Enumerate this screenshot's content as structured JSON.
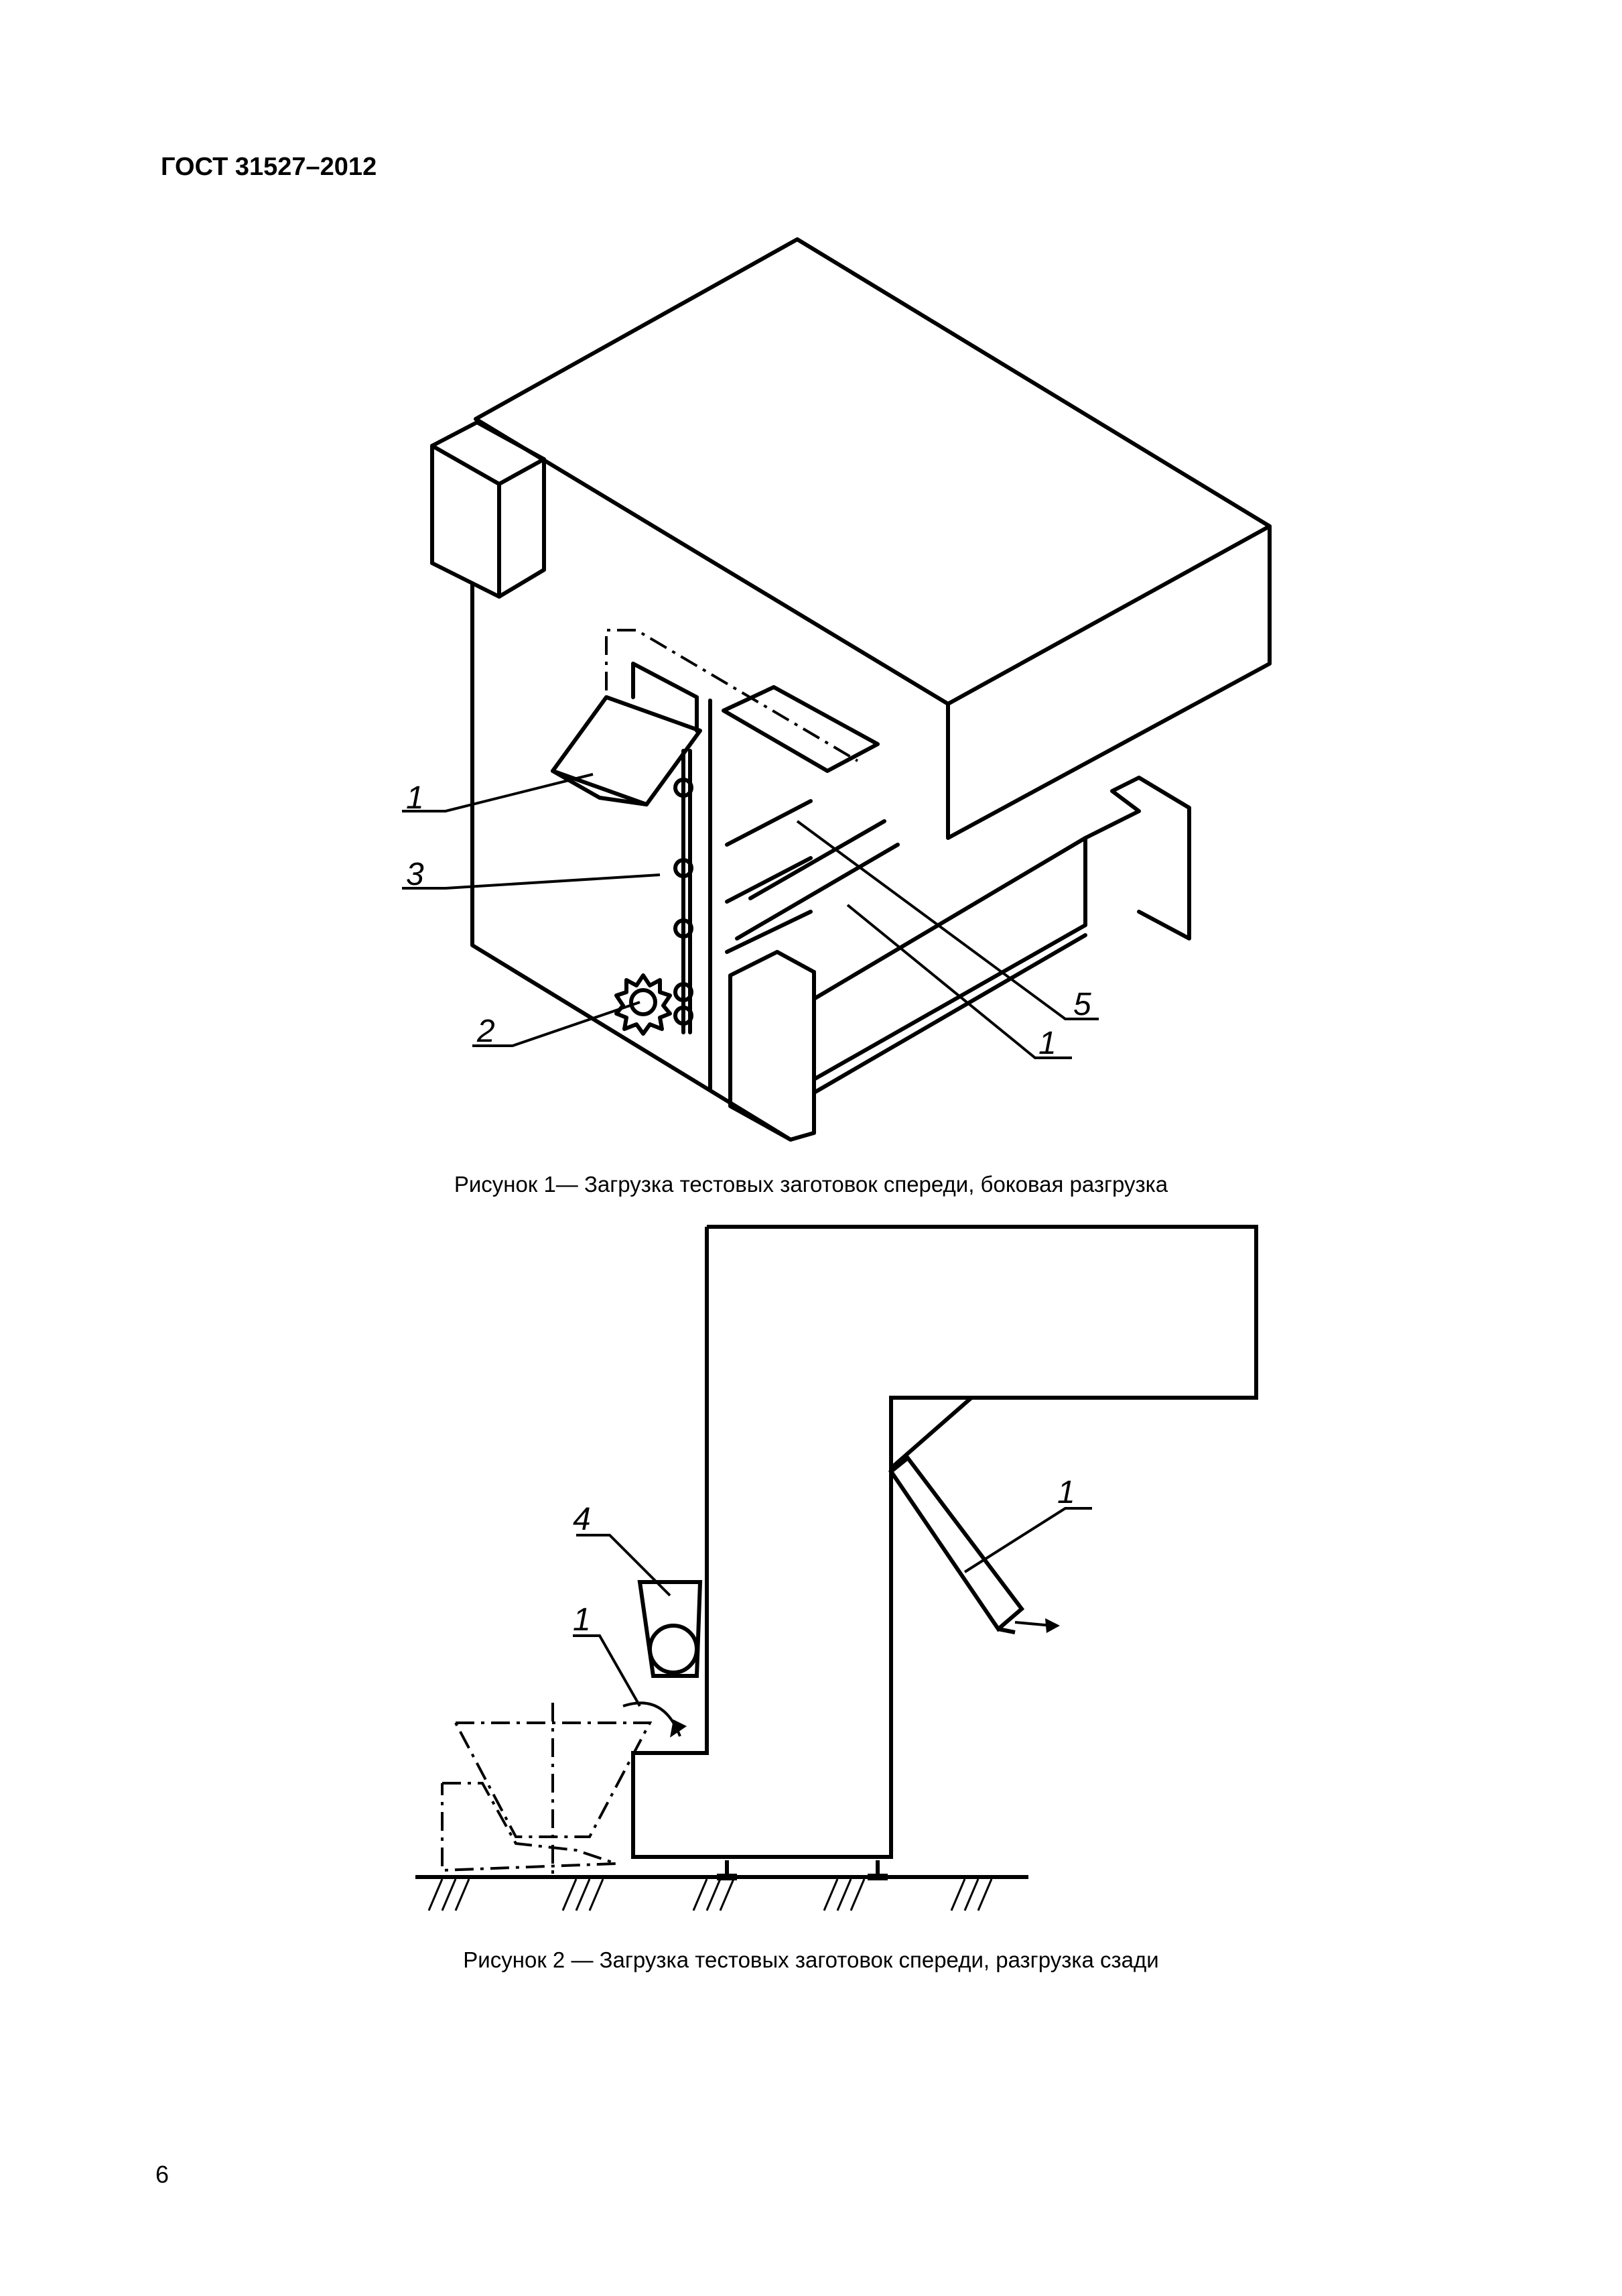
{
  "header": {
    "doc_id": "ГОСТ 31527–2012"
  },
  "figure1": {
    "caption": "Рисунок 1— Загрузка тестовых заготовок спереди, боковая разгрузка",
    "labels": {
      "l1a": "1",
      "l3": "3",
      "l2": "2",
      "l5": "5",
      "l1b": "1"
    }
  },
  "figure2": {
    "caption": "Рисунок 2 — Загрузка тестовых заготовок спереди, разгрузка сзади",
    "labels": {
      "l4": "4",
      "l1left": "1",
      "l1right": "1"
    }
  },
  "footer": {
    "page_number": "6"
  }
}
